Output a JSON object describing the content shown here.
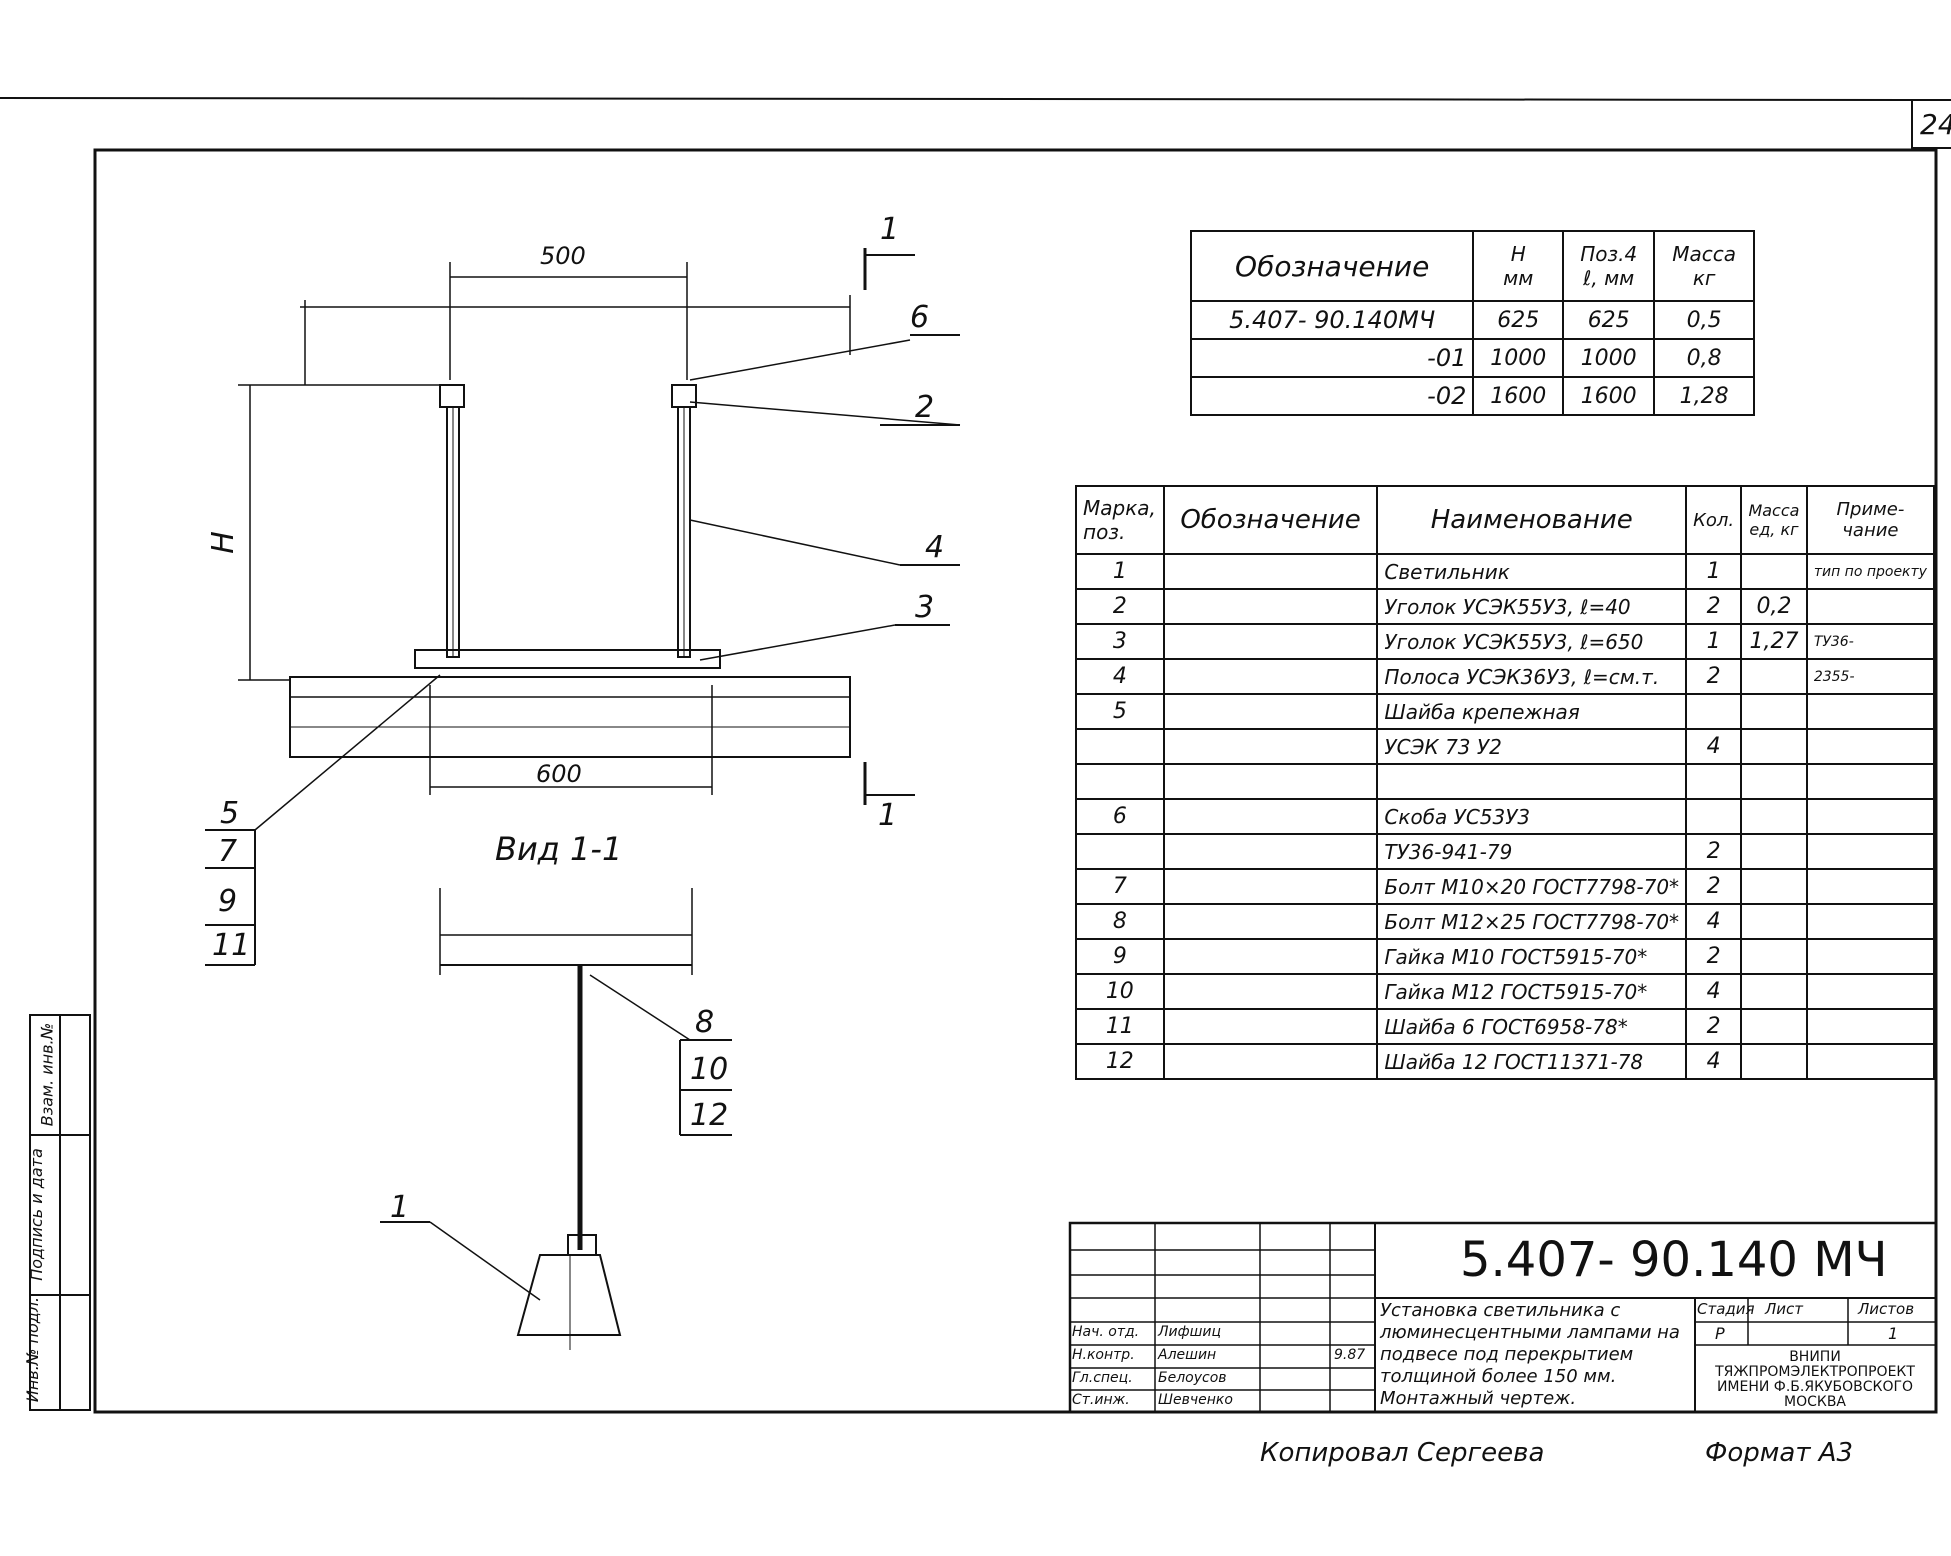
{
  "page_number": "24",
  "dimensions": {
    "top_span": "500",
    "bottom_span": "600",
    "height_label": "H"
  },
  "section_marks": {
    "top": "1",
    "bottom": "1"
  },
  "callouts": [
    "1",
    "2",
    "3",
    "4",
    "5",
    "6",
    "7",
    "8",
    "9",
    "10",
    "11",
    "12"
  ],
  "view_title": "Вид 1-1",
  "variants_table": {
    "headers": [
      "Обозначение",
      "H\nмм",
      "Поз.4\nℓ, мм",
      "Масса\nкг"
    ],
    "rows": [
      [
        "5.407- 90.140МЧ",
        "625",
        "625",
        "0,5"
      ],
      [
        "-01",
        "1000",
        "1000",
        "0,8"
      ],
      [
        "-02",
        "1600",
        "1600",
        "1,28"
      ]
    ]
  },
  "spec_table": {
    "headers": [
      "Марка,\nпоз.",
      "Обозначение",
      "Наименование",
      "Кол.",
      "Масса\nед, кг",
      "Приме-\nчание"
    ],
    "rows": [
      [
        "1",
        "",
        "Светильник",
        "1",
        "",
        "тип по проекту"
      ],
      [
        "2",
        "",
        "Уголок УСЭК55У3, ℓ=40",
        "2",
        "0,2",
        ""
      ],
      [
        "3",
        "",
        "Уголок УСЭК55У3, ℓ=650",
        "1",
        "1,27",
        "ТУ36-"
      ],
      [
        "4",
        "",
        "Полоса УСЭК36У3, ℓ=см.т.",
        "2",
        "",
        "2355-"
      ],
      [
        "5",
        "",
        "Шайба крепежная",
        "",
        "",
        ""
      ],
      [
        "",
        "",
        "УСЭК 73 У2",
        "4",
        "",
        ""
      ],
      [
        "",
        "",
        "",
        "",
        "",
        ""
      ],
      [
        "6",
        "",
        "Скоба УС53У3",
        "",
        "",
        ""
      ],
      [
        "",
        "",
        "ТУ36-941-79",
        "2",
        "",
        ""
      ],
      [
        "7",
        "",
        "Болт М10×20 ГОСТ7798-70*",
        "2",
        "",
        ""
      ],
      [
        "8",
        "",
        "Болт М12×25 ГОСТ7798-70*",
        "4",
        "",
        ""
      ],
      [
        "9",
        "",
        "Гайка М10 ГОСТ5915-70*",
        "2",
        "",
        ""
      ],
      [
        "10",
        "",
        "Гайка М12 ГОСТ5915-70*",
        "4",
        "",
        ""
      ],
      [
        "11",
        "",
        "Шайба 6 ГОСТ6958-78*",
        "2",
        "",
        ""
      ],
      [
        "12",
        "",
        "Шайба 12 ГОСТ11371-78",
        "4",
        "",
        ""
      ]
    ]
  },
  "title_block": {
    "doc_number": "5.407- 90.140 МЧ",
    "title": "Установка светильника с люминесцентными лампами на подвесе под перекрытием толщиной более 150 мм. Монтажный чертеж.",
    "stage_label": "Стадия",
    "stage": "Р",
    "sheet_label": "Лист",
    "sheet": "",
    "sheets_label": "Листов",
    "sheets": "1",
    "org": "ВНИПИ ТЯЖПРОМЭЛЕКТРОПРОЕКТ ИМЕНИ Ф.Б.ЯКУБОВСКОГО МОСКВА",
    "signatures": [
      [
        "Нач. отд.",
        "Лифшиц"
      ],
      [
        "Н.контр.",
        "Алешин"
      ],
      [
        "Гл.спец.",
        "Белоусов"
      ],
      [
        "Ст.инж.",
        "Шевченко"
      ]
    ],
    "date": "9.87"
  },
  "side_stamp": [
    "Инв.№ подл.",
    "Подпись и дата",
    "Взам. инв.№"
  ],
  "footer": {
    "copied": "Копировал Сергеева",
    "format": "Формат А3"
  }
}
